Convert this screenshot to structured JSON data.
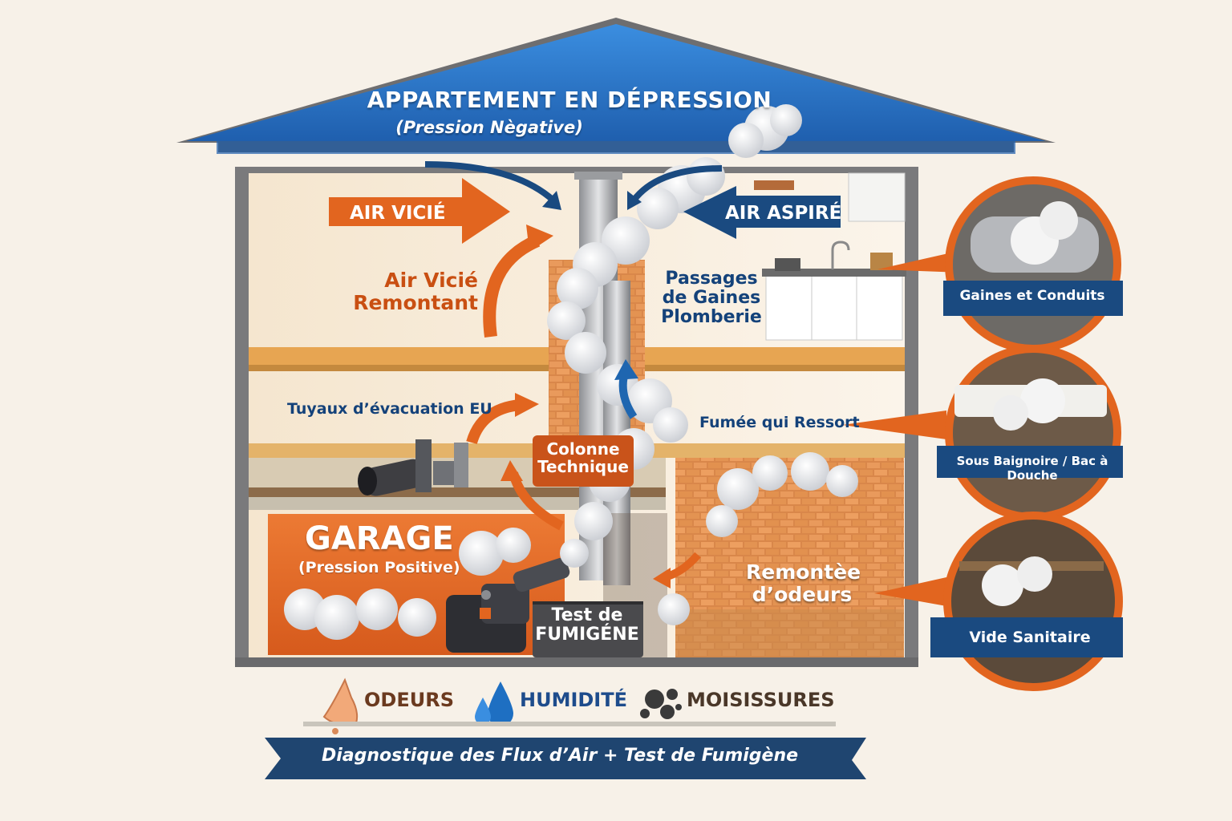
{
  "roof": {
    "title": "APPARTEMENT EN DÉPRESSION",
    "subtitle": "(Pression Nègative)"
  },
  "labels": {
    "air_vicie": "AIR VICIÉ",
    "air_aspire": "AIR ASPIRÉ",
    "air_vicie_remontant": "Air Vicié\nRemontant",
    "passages": "Passages\nde Gaines\nPlomberie",
    "tuyaux": "Tuyaux d’évacuation EU",
    "fumee": "Fumée qui Ressort",
    "colonne": "Colonne\nTechnique",
    "garage": "GARAGE",
    "garage_sub": "(Pression Positive)",
    "test": "Test de\nFUMIGÉNE",
    "remontee": "Remontèe\nd’odeurs"
  },
  "callouts": [
    {
      "label": "Gaines et Conduits"
    },
    {
      "label": "Sous Baignoire / Bac à Douche"
    },
    {
      "label": "Vide Sanitaire"
    }
  ],
  "legend": [
    {
      "label": "ODEURS",
      "icon": "nose-icon"
    },
    {
      "label": "HUMIDITÉ",
      "icon": "water-drop-icon"
    },
    {
      "label": "MOISISSURES",
      "icon": "mold-spores-icon"
    }
  ],
  "banner": "Diagnostique des Flux d’Air + Test de Fumigène",
  "colors": {
    "roof_blue": "#2f7bd0",
    "navy": "#1a4a80",
    "orange": "#e2651f",
    "dark_orange": "#c94f12",
    "smoke": "#f2f2f2",
    "background": "#f7f1e8"
  }
}
